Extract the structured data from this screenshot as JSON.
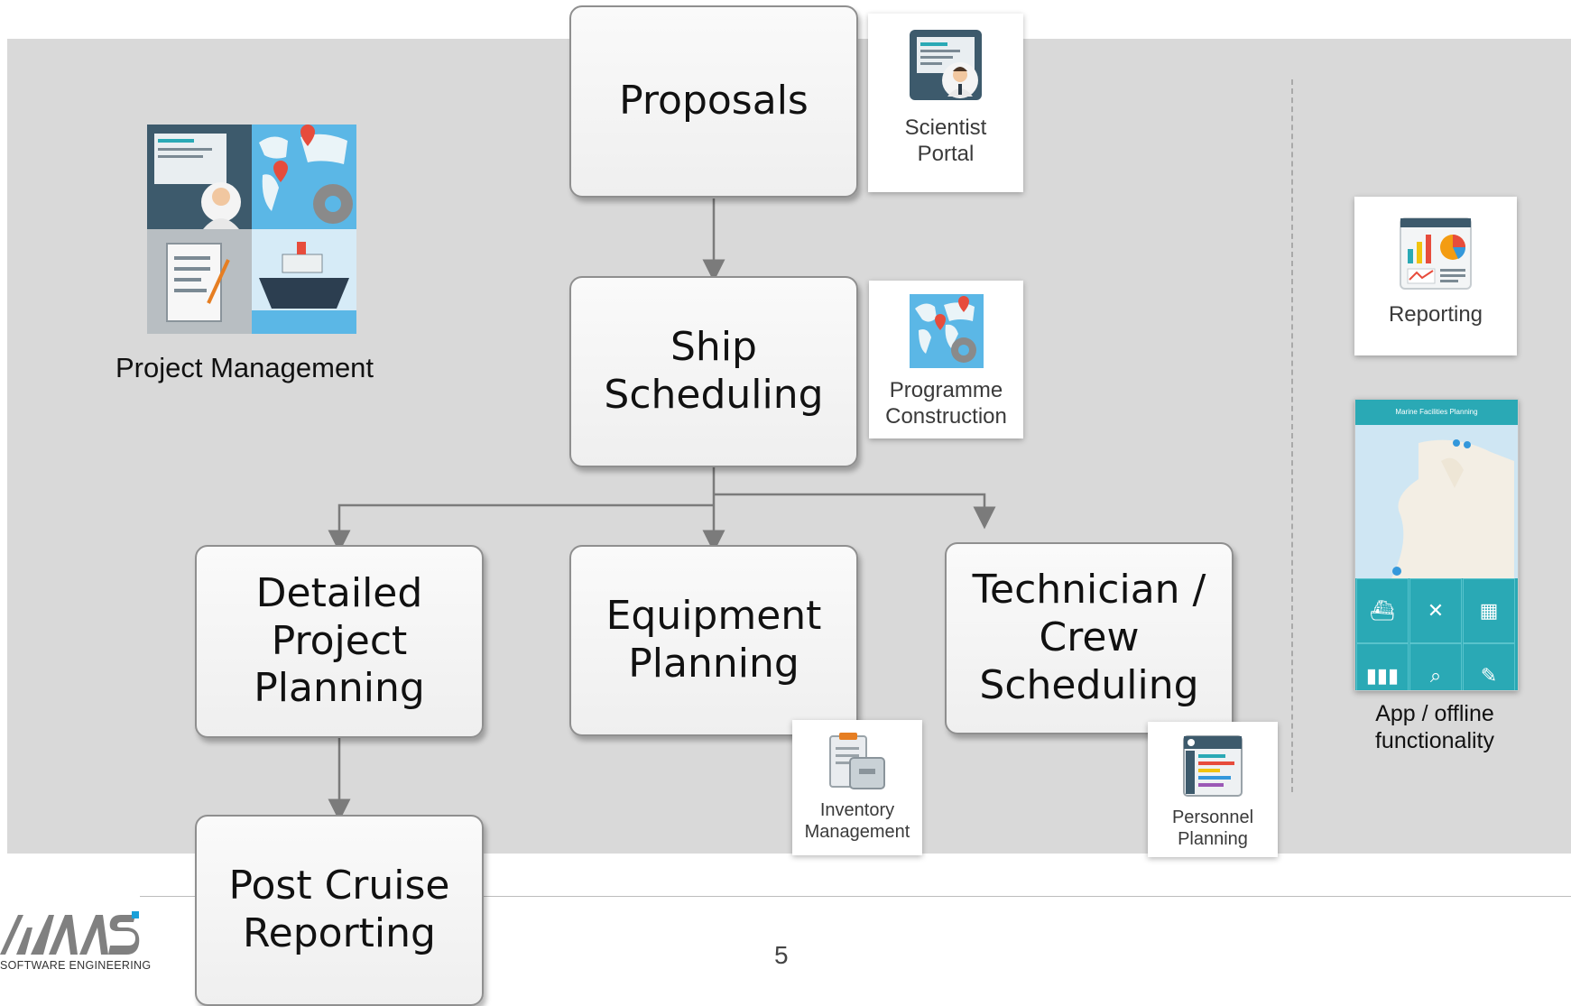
{
  "boxes": {
    "proposals": "Proposals",
    "ship_scheduling": "Ship\nScheduling",
    "detailed_project_planning": "Detailed\nProject\nPlanning",
    "equipment_planning": "Equipment\nPlanning",
    "technician_crew_scheduling": "Technician /\nCrew\nScheduling",
    "post_cruise_reporting": "Post Cruise\nReporting"
  },
  "cards": {
    "scientist_portal": "Scientist\nPortal",
    "programme_construction": "Programme\nConstruction",
    "inventory_management": "Inventory\nManagement",
    "personnel_planning": "Personnel\nPlanning",
    "reporting": "Reporting"
  },
  "project_management_label": "Project Management",
  "app_label": "App / offline\nfunctionality",
  "phone_title": "Marine Facilities Planning",
  "page_number": "5",
  "logo": {
    "name": "MAAS",
    "tagline": "SOFTWARE ENGINEERING"
  },
  "colors": {
    "panel": "#d9d9d9",
    "teal": "#2aa9b5",
    "logo_accent": "#1aa0d8"
  }
}
